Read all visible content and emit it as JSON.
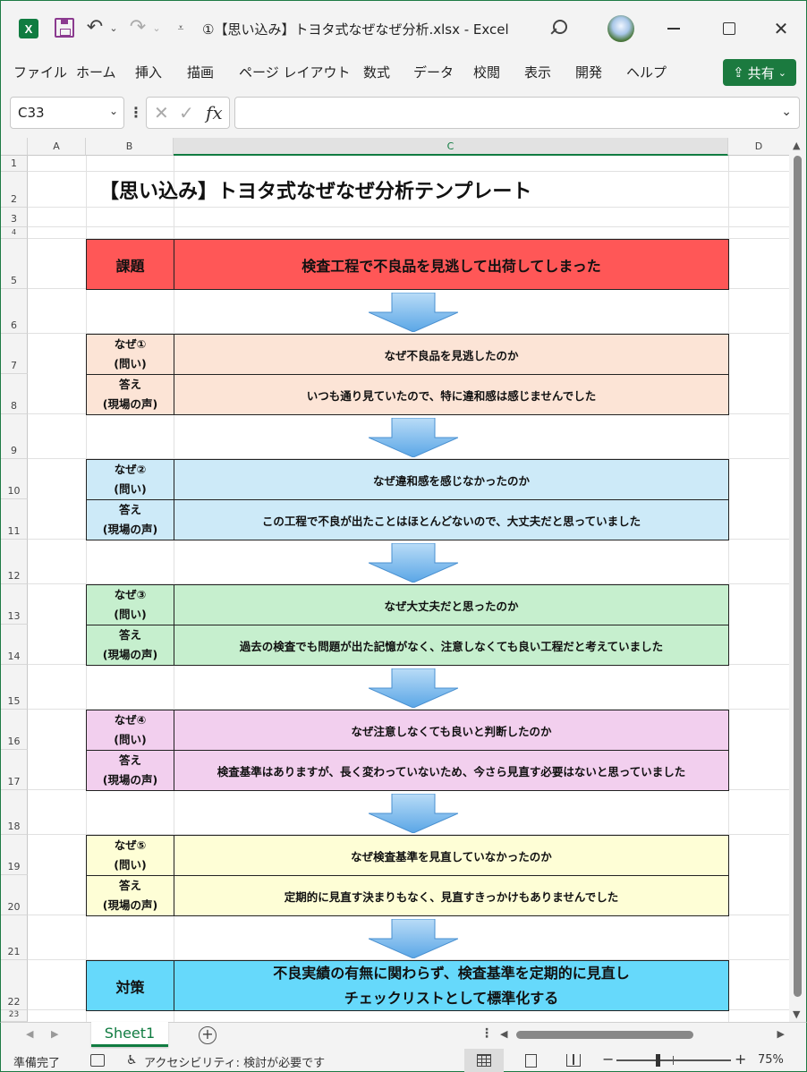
{
  "window": {
    "app_badge": "X",
    "title": "①【思い込み】トヨタ式なぜなぜ分析.xlsx  -  Excel"
  },
  "ribbon": {
    "tabs": [
      "ファイル",
      "ホーム",
      "挿入",
      "描画",
      "ページ レイアウト",
      "数式",
      "データ",
      "校閲",
      "表示",
      "開発",
      "ヘルプ"
    ],
    "share_label": "共有"
  },
  "formula_bar": {
    "name_box": "C33",
    "formula": ""
  },
  "columns": [
    "A",
    "B",
    "C",
    "D"
  ],
  "rows": [
    "1",
    "2",
    "3",
    "4",
    "5",
    "6",
    "7",
    "8",
    "9",
    "10",
    "11",
    "12",
    "13",
    "14",
    "15",
    "16",
    "17",
    "18",
    "19",
    "20",
    "21",
    "22",
    "23"
  ],
  "sheet": {
    "title": "【思い込み】トヨタ式なぜなぜ分析テンプレート",
    "problem_label": "課題",
    "problem_text": "検査工程で不良品を見逃して出荷してしまった",
    "steps": [
      {
        "q_label_1": "なぜ①",
        "q_label_2": "(問い)",
        "question": "なぜ不良品を見逃したのか",
        "a_label_1": "答え",
        "a_label_2": "(現場の声)",
        "answer": "いつも通り見ていたので、特に違和感は感じませんでした",
        "color": "#fce4d6"
      },
      {
        "q_label_1": "なぜ②",
        "q_label_2": "(問い)",
        "question": "なぜ違和感を感じなかったのか",
        "a_label_1": "答え",
        "a_label_2": "(現場の声)",
        "answer": "この工程で不良が出たことはほとんどないので、大丈夫だと思っていました",
        "color": "#cdeaf8"
      },
      {
        "q_label_1": "なぜ③",
        "q_label_2": "(問い)",
        "question": "なぜ大丈夫だと思ったのか",
        "a_label_1": "答え",
        "a_label_2": "(現場の声)",
        "answer": "過去の検査でも問題が出た記憶がなく、注意しなくても良い工程だと考えていました",
        "color": "#c6efce"
      },
      {
        "q_label_1": "なぜ④",
        "q_label_2": "(問い)",
        "question": "なぜ注意しなくても良いと判断したのか",
        "a_label_1": "答え",
        "a_label_2": "(現場の声)",
        "answer": "検査基準はありますが、長く変わっていないため、今さら見直す必要はないと思っていました",
        "color": "#f2cfee"
      },
      {
        "q_label_1": "なぜ⑤",
        "q_label_2": "(問い)",
        "question": "なぜ検査基準を見直していなかったのか",
        "a_label_1": "答え",
        "a_label_2": "(現場の声)",
        "answer": "定期的に見直す決まりもなく、見直すきっかけもありませんでした",
        "color": "#fefed6"
      }
    ],
    "countermeasure_label": "対策",
    "countermeasure_line1": "不良実績の有無に関わらず、検査基準を定期的に見直し",
    "countermeasure_line2": "チェックリストとして標準化する",
    "problem_color": "#ff5757",
    "countermeasure_color": "#66d9fb",
    "arrow_color": "#6fb3ea"
  },
  "tabs": {
    "sheet_name": "Sheet1"
  },
  "status": {
    "ready": "準備完了",
    "accessibility": "アクセシビリティ: 検討が必要です",
    "zoom": "75%"
  }
}
